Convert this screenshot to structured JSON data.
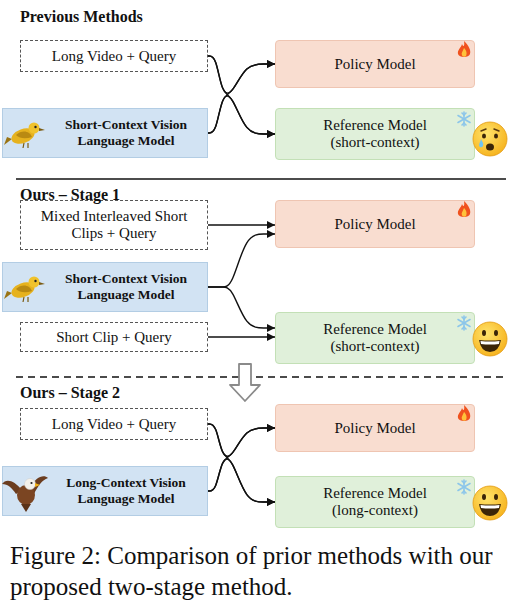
{
  "diagram": {
    "caption": "Figure 2: Comparison of prior methods with our proposed two-stage method.",
    "nodes": [
      {
        "text": [
          "Long Video + Query"
        ]
      },
      {
        "text": [
          "Short-Context Vision Language Model"
        ]
      },
      {
        "text": [
          "Policy Model"
        ]
      },
      {
        "text": [
          "Reference Model",
          "(short-context)"
        ]
      },
      {
        "text": [
          "Mixed Interleaved Short Clips + Query"
        ]
      },
      {
        "text": [
          "Policy Model"
        ]
      },
      {
        "text": [
          "Short-Context Vision Language Model"
        ]
      },
      {
        "text": [
          "Short Clip + Query"
        ]
      },
      {
        "text": [
          "Reference Model",
          "(short-context)"
        ]
      },
      {
        "text": [
          "Long Video + Query"
        ]
      },
      {
        "text": [
          "Policy Model"
        ]
      },
      {
        "text": [
          "Long-Context Vision Language Model"
        ]
      },
      {
        "text": [
          "Reference Model",
          "(long-context)"
        ]
      }
    ],
    "edges": [
      {
        "from": 0,
        "to": 2,
        "arrow": "to"
      },
      {
        "from": 0,
        "to": 3,
        "arrow": "to"
      },
      {
        "from": 1,
        "to": 2,
        "arrow": "to"
      },
      {
        "from": 1,
        "to": 3,
        "arrow": "to"
      },
      {
        "from": 4,
        "to": 5,
        "arrow": "to"
      },
      {
        "from": 6,
        "to": 5,
        "arrow": "to"
      },
      {
        "from": 6,
        "to": 8,
        "arrow": "to"
      },
      {
        "from": 7,
        "to": 8,
        "arrow": "to"
      },
      {
        "from": 9,
        "to": 10,
        "arrow": "to"
      },
      {
        "from": 9,
        "to": 12,
        "arrow": "to"
      },
      {
        "from": 11,
        "to": 10,
        "arrow": "to"
      },
      {
        "from": 11,
        "to": 12,
        "arrow": "to"
      }
    ],
    "labels": [
      "Previous Methods",
      "Ours – Stage 1",
      "Ours – Stage 2"
    ]
  }
}
